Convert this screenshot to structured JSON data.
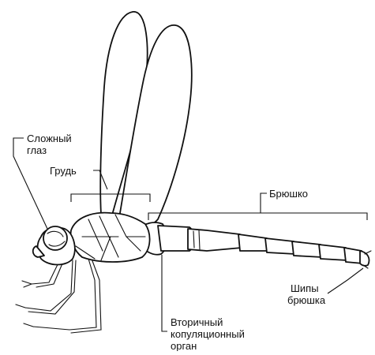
{
  "labels": {
    "compound_eye": [
      "Сложный",
      "глаз"
    ],
    "thorax": "Грудь",
    "abdomen": "Брюшко",
    "abdominal_spines": [
      "Шипы",
      "брюшка"
    ],
    "secondary_copulatory_organ": [
      "Вторичный",
      "копуляционный",
      "орган"
    ]
  },
  "colors": {
    "line": "#111111",
    "background": "#ffffff"
  }
}
